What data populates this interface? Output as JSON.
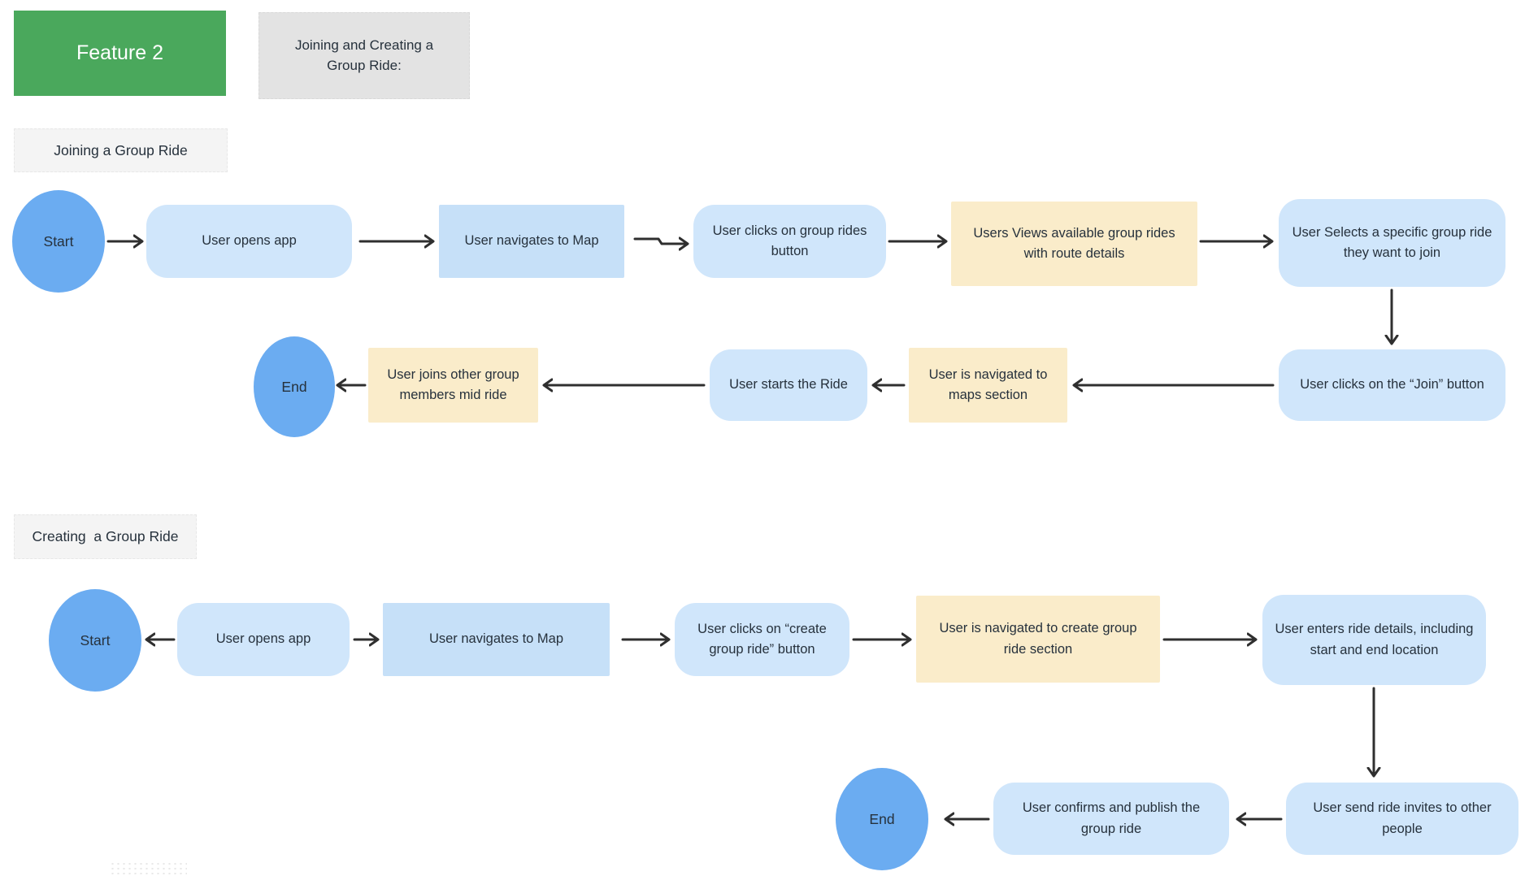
{
  "header": {
    "feature_label": "Feature 2",
    "description": "Joining and Creating a Group Ride:"
  },
  "colors": {
    "feature_green": "#4aa85c",
    "terminator_blue": "#6bacf1",
    "process_blue_rounded": "#d0e6fb",
    "process_blue_square": "#c6e0f8",
    "highlight_yellow": "#faecca",
    "arrow": "#2f2f2f",
    "text": "#26313c",
    "section_label_bg": "#f4f4f4",
    "description_bg": "#e3e3e3"
  },
  "flows": [
    {
      "label": "Joining a Group Ride",
      "nodes": [
        {
          "id": "start",
          "type": "terminator",
          "label": "Start"
        },
        {
          "id": "opens-app",
          "type": "process",
          "label": "User opens app"
        },
        {
          "id": "navigates-map",
          "type": "process",
          "label": "User navigates to Map"
        },
        {
          "id": "clicks-group-rides",
          "type": "process",
          "label": "User clicks on group rides button"
        },
        {
          "id": "views-available-rides",
          "type": "highlight",
          "label": "Users Views available group rides with route details"
        },
        {
          "id": "selects-ride",
          "type": "process",
          "label": "User Selects a specific group ride they want to join"
        },
        {
          "id": "clicks-join",
          "type": "process",
          "label": "User clicks on the “Join” button"
        },
        {
          "id": "navigated-maps-section",
          "type": "highlight",
          "label": "User is navigated to maps section"
        },
        {
          "id": "starts-ride",
          "type": "process",
          "label": "User starts the Ride"
        },
        {
          "id": "joins-members",
          "type": "highlight",
          "label": "User joins other group members mid ride"
        },
        {
          "id": "end",
          "type": "terminator",
          "label": "End"
        }
      ]
    },
    {
      "label": "Creating  a Group Ride",
      "nodes": [
        {
          "id": "start",
          "type": "terminator",
          "label": "Start"
        },
        {
          "id": "opens-app",
          "type": "process",
          "label": "User opens app"
        },
        {
          "id": "navigates-map",
          "type": "process",
          "label": "User navigates to Map"
        },
        {
          "id": "clicks-create-ride",
          "type": "process",
          "label": "User clicks on “create group ride” button"
        },
        {
          "id": "navigated-create-section",
          "type": "highlight",
          "label": "User is navigated to create group ride section"
        },
        {
          "id": "enters-ride-details",
          "type": "process",
          "label": "User enters ride details, including start and end location"
        },
        {
          "id": "send-invites",
          "type": "process",
          "label": "User send ride invites to other people"
        },
        {
          "id": "confirms-publish",
          "type": "process",
          "label": "User confirms and publish the group ride"
        },
        {
          "id": "end",
          "type": "terminator",
          "label": "End"
        }
      ]
    }
  ]
}
